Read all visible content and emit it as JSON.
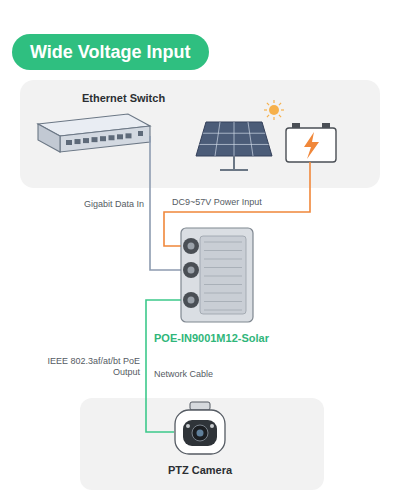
{
  "diagram": {
    "title": "Wide Voltage Input",
    "nodes": [
      {
        "text": [
          "Ethernet Switch"
        ]
      },
      {
        "text": [
          "POE-IN9001M12-Solar"
        ]
      },
      {
        "text": [
          "PTZ Camera"
        ]
      }
    ],
    "edges": [
      {
        "from": 0,
        "to": 1,
        "arrow": "none",
        "label": "Gigabit Data In"
      },
      {
        "from": 1,
        "to": 2,
        "arrow": "none",
        "label": "Network Cable"
      }
    ],
    "labels": [
      "DC9~57V Power Input",
      "IEEE 802.3af/at/bt PoE Output"
    ]
  }
}
